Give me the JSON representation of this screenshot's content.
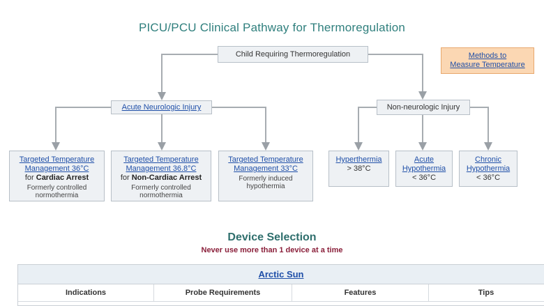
{
  "title": "PICU/PCU Clinical Pathway for Thermoregulation",
  "root": "Child Requiring Thermoregulation",
  "methods_link": [
    "Methods to",
    "Measure Temperature"
  ],
  "branches": {
    "neuro": "Acute Neurologic Injury",
    "nonneuro": "Non-neurologic Injury"
  },
  "leaves": {
    "ttm36": {
      "link": [
        "Targeted Temperature",
        "Management 36°C"
      ],
      "for": "for ",
      "target": "Cardiac Arrest",
      "note": [
        "Formerly controlled",
        "normothermia"
      ]
    },
    "ttm368": {
      "link": [
        "Targeted Temperature",
        "Management 36.8°C"
      ],
      "for": "for ",
      "target": "Non-Cardiac Arrest",
      "note": [
        "Formerly controlled",
        "normothermia"
      ]
    },
    "ttm33": {
      "link": [
        "Targeted Temperature",
        "Management 33°C"
      ],
      "note": [
        "Formerly induced",
        "hypothermia"
      ]
    },
    "hyper": {
      "link": [
        "Hyperthermia"
      ],
      "value": "> 38°C"
    },
    "acute": {
      "link": [
        "Acute",
        "Hypothermia"
      ],
      "value": "< 36°C"
    },
    "chronic": {
      "link": [
        "Chronic",
        "Hypothermia"
      ],
      "value": "< 36°C"
    }
  },
  "device_selection": {
    "title": "Device Selection",
    "subtitle": "Never use more than 1 device at a time",
    "device_name": "Arctic Sun",
    "columns": [
      "Indications",
      "Probe Requirements",
      "Features",
      "Tips"
    ]
  },
  "colors": {
    "title": "#2f7f7d",
    "link": "#1f4fa8",
    "warning": "#8a1f3a",
    "methods_bg": "#fbd7b3"
  }
}
